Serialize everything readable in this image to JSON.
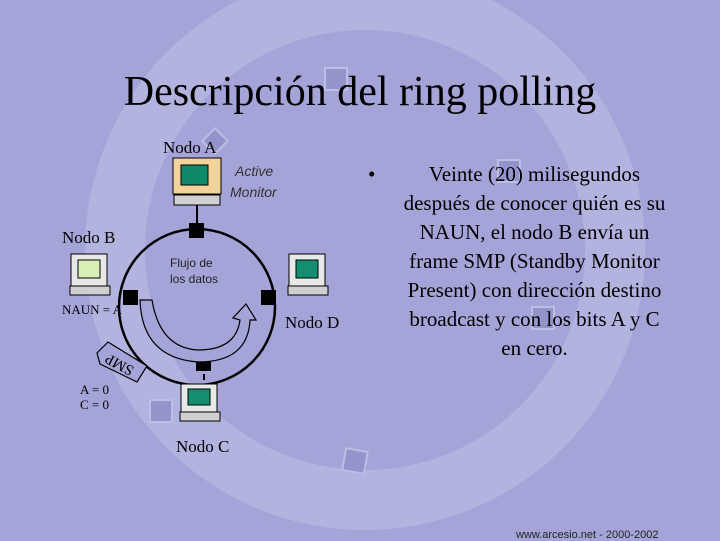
{
  "slide": {
    "title": "Descripción del ring polling",
    "footer": "www.arcesio.net - 2000-2002"
  },
  "diagram": {
    "node_a_label": "Nodo A",
    "active_monitor_line1": "Active",
    "active_monitor_line2": "Monitor",
    "node_b_label": "Nodo B",
    "naun_label": "NAUN = A",
    "data_flow_line1": "Flujo de",
    "data_flow_line2": "los datos",
    "node_d_label": "Nodo D",
    "node_c_label": "Nodo C",
    "smp_label": "SMP",
    "bit_a_label": "A = 0",
    "bit_c_label": "C = 0"
  },
  "bullet": {
    "symbol": "•",
    "text": "Veinte (20) milisegundos después de conocer quién es su NAUN, el nodo B envía un frame SMP (Standby Monitor Present) con dirección destino broadcast y con los bits A y C en cero."
  },
  "colors": {
    "background": "#a4a4d8",
    "node_a_screen": "#0e8a6a",
    "node_b_screen": "#d8f0b8",
    "node_cd_screen": "#138f6f"
  }
}
